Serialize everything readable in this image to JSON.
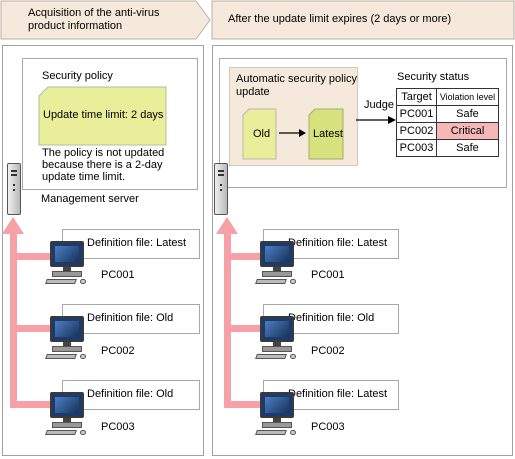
{
  "header": {
    "left_title": "Acquisition of the anti-virus product information",
    "right_title": "After the update limit expires (2 days or more)"
  },
  "left": {
    "policy_title": "Security policy",
    "policy_note": "Update time limit: 2 days",
    "policy_desc": [
      "The policy is not updated",
      "because there is a 2-day",
      "update time limit."
    ],
    "server_label": "Management server",
    "pcs": [
      {
        "definition": "Definition file: Latest",
        "name": "PC001"
      },
      {
        "definition": "Definition file: Old",
        "name": "PC002"
      },
      {
        "definition": "Definition file: Old",
        "name": "PC003"
      }
    ]
  },
  "right": {
    "auto_update_title": "Automatic security policy update",
    "old_label": "Old",
    "latest_label": "Latest",
    "judge_label": "Judge",
    "status_title": "Security status",
    "status_headers": [
      "Target",
      "Violation level"
    ],
    "status_rows": [
      {
        "target": "PC001",
        "level": "Safe",
        "critical": false
      },
      {
        "target": "PC002",
        "level": "Critical",
        "critical": true
      },
      {
        "target": "PC003",
        "level": "Safe",
        "critical": false
      }
    ],
    "pcs": [
      {
        "definition": "Definition file: Latest",
        "name": "PC001"
      },
      {
        "definition": "Definition file: Old",
        "name": "PC002"
      },
      {
        "definition": "Definition file: Latest",
        "name": "PC003"
      }
    ]
  },
  "colors": {
    "header_fill": "#f6e8da",
    "note_fill": "#e9ee9a",
    "latest_fill": "#d7e27e",
    "auto_box_fill": "#f5e9dc",
    "arrow_pink": "#f6a0a8",
    "critical_fill": "#f7b7b7"
  }
}
